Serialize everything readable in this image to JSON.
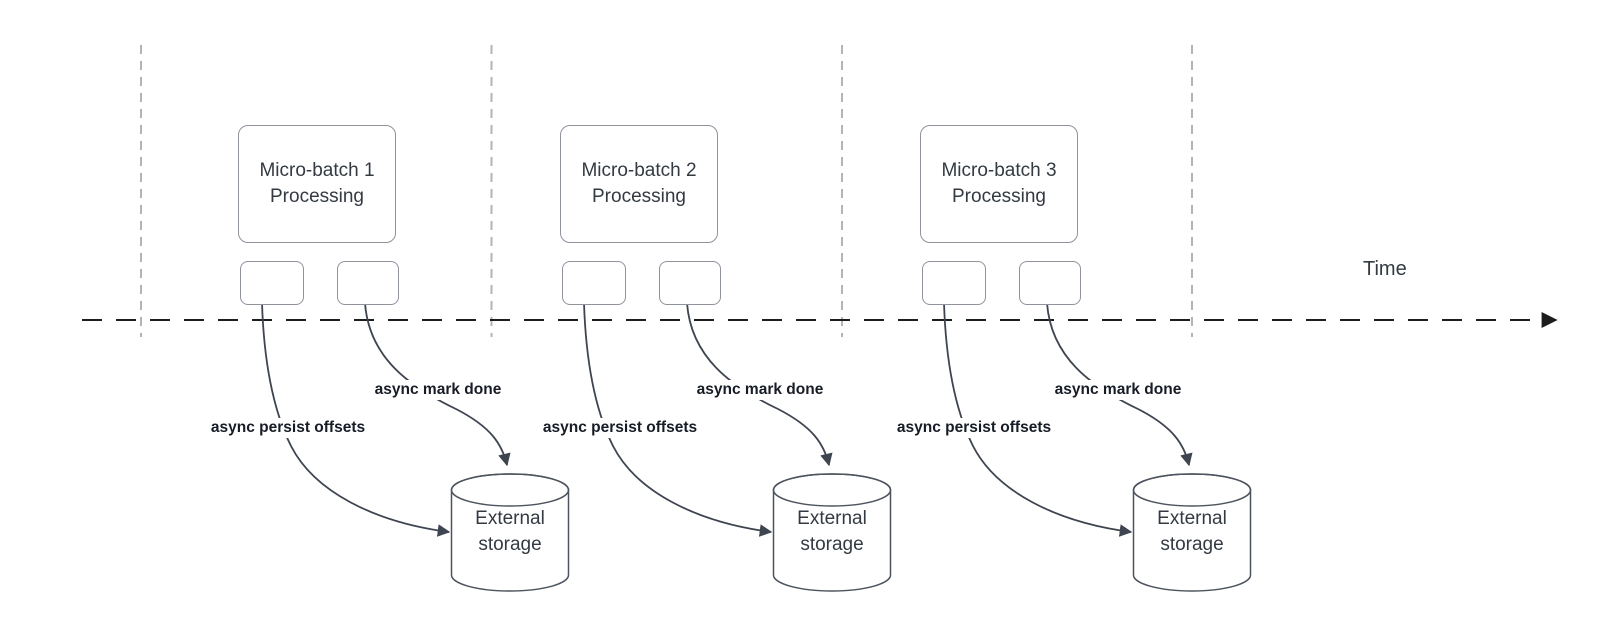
{
  "diagram": {
    "time_axis_label": "Time",
    "groups": [
      {
        "processing_line1": "Micro-batch 1",
        "processing_line2": "Processing",
        "persist_label": "async persist offsets",
        "mark_done_label": "async mark done",
        "storage_line1": "External",
        "storage_line2": "storage"
      },
      {
        "processing_line1": "Micro-batch 2",
        "processing_line2": "Processing",
        "persist_label": "async persist offsets",
        "mark_done_label": "async mark done",
        "storage_line1": "External",
        "storage_line2": "storage"
      },
      {
        "processing_line1": "Micro-batch 3",
        "processing_line2": "Processing",
        "persist_label": "async persist offsets",
        "mark_done_label": "async mark done",
        "storage_line1": "External",
        "storage_line2": "storage"
      }
    ],
    "colors": {
      "timeline": "#1c1c1c",
      "guide_line": "#b4b4b4",
      "curve": "#3e4550",
      "cylinder_stroke": "#4d545e",
      "box_border": "#8e939c",
      "text": "#343a42",
      "label_text": "#171c26"
    }
  }
}
